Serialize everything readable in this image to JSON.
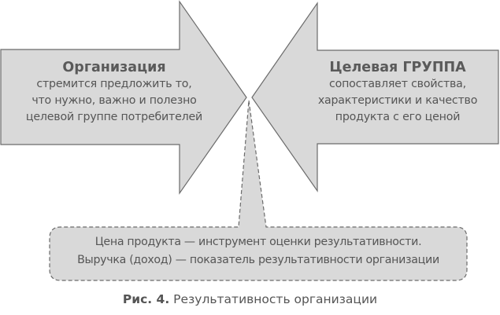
{
  "colors": {
    "shape_fill": "#d9d9d9",
    "shape_stroke": "#6b6b6b",
    "text": "#555555",
    "background": "#ffffff"
  },
  "left_arrow": {
    "direction": "right",
    "title": "Организация",
    "lines": [
      "стремится предложить то,",
      "что нужно, важно и полезно",
      "целевой группе потребителей"
    ]
  },
  "right_arrow": {
    "direction": "left",
    "title": "Целевая ГРУППА",
    "lines": [
      "сопоставляет свойства,",
      "характеристики и качество",
      "продукта с его ценой"
    ]
  },
  "callout": {
    "style": "dashed-rounded",
    "lines": [
      "Цена продукта — инструмент оценки результативности.",
      "Выручка (доход) — показатель результативности организации"
    ]
  },
  "caption": {
    "label": "Рис. 4.",
    "text": "Результативность организации"
  }
}
